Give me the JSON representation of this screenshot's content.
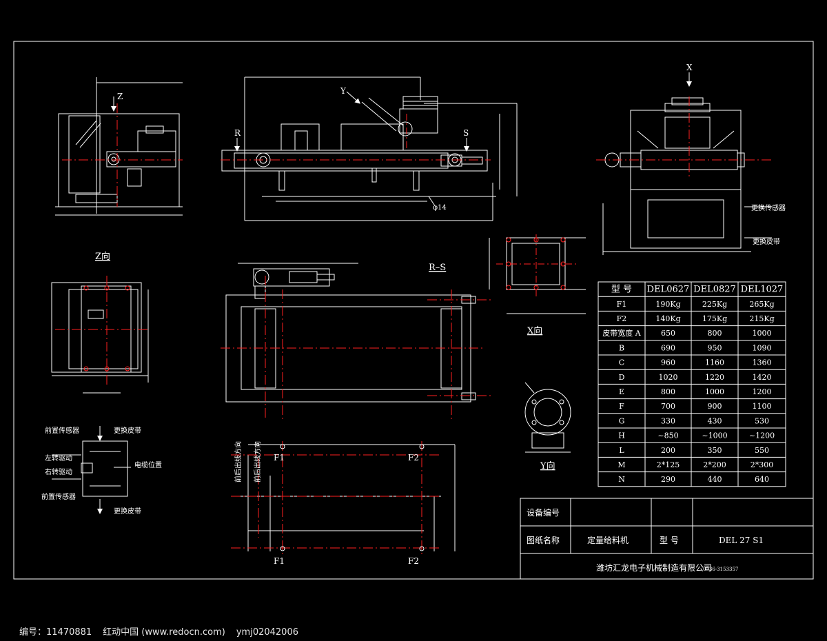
{
  "labels": {
    "z_arrow": "Z",
    "r_mark": "R",
    "s_mark": "S",
    "y_arrow": "Y",
    "x_arrow": "X",
    "phi14": "φ14",
    "z_view": "Z向",
    "rs_view": "R–S",
    "x_view": "X向",
    "y_view": "Y向",
    "replace_sensor": "更换传感器",
    "replace_belt": "更换皮带",
    "f1_top": "F1",
    "f2_top": "F2",
    "f1_bottom": "F1",
    "f2_bottom": "F2",
    "vert_label_1": "前后出线方向",
    "vert_label_2": "前后出线方向"
  },
  "legend": {
    "weigh_sensor_top": "前置传感器",
    "replace_belt_top": "更换皮带",
    "left_drive": "左转驱动",
    "right_drive": "右转驱动",
    "cable_position": "电缆位置",
    "weigh_sensor_bottom": "前置传感器",
    "replace_belt_bottom": "更换皮带"
  },
  "spec_table": {
    "headers": [
      "型 号",
      "DEL0627",
      "DEL0827",
      "DEL1027"
    ],
    "rows": [
      [
        "F1",
        "190Kg",
        "225Kg",
        "265Kg"
      ],
      [
        "F2",
        "140Kg",
        "175Kg",
        "215Kg"
      ],
      [
        "皮带宽度 A",
        "650",
        "800",
        "1000"
      ],
      [
        "B",
        "690",
        "950",
        "1090"
      ],
      [
        "C",
        "960",
        "1160",
        "1360"
      ],
      [
        "D",
        "1020",
        "1220",
        "1420"
      ],
      [
        "E",
        "800",
        "1000",
        "1200"
      ],
      [
        "F",
        "700",
        "900",
        "1100"
      ],
      [
        "G",
        "330",
        "430",
        "530"
      ],
      [
        "H",
        "~850",
        "~1000",
        "~1200"
      ],
      [
        "L",
        "200",
        "350",
        "550"
      ],
      [
        "M",
        "2*125",
        "2*200",
        "2*300"
      ],
      [
        "N",
        "290",
        "440",
        "640"
      ]
    ]
  },
  "title_block": {
    "device_no_label": "设备编号",
    "drawing_name_label": "图纸名称",
    "drawing_name": "定量给料机",
    "model_label": "型 号",
    "model": "DEL 27 S1",
    "company": "潍坊汇龙电子机械制造有限公司",
    "phone": "0536-3153357"
  },
  "footer": {
    "id": "编号：11470881",
    "source": "红动中国 (www.redocn.com)",
    "author": "ymj02042006"
  },
  "colors": {
    "background": "#000000",
    "line": "#ffffff",
    "centerline": "#ff2020"
  }
}
